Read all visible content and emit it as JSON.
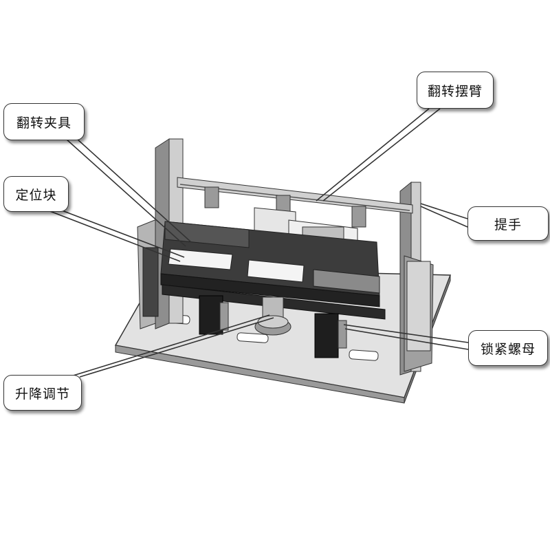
{
  "labels": {
    "flip_fixture": "翻转夹具",
    "locating_block": "定位块",
    "flip_swing_arm": "翻转摆臂",
    "handle": "提手",
    "lock_nut": "锁紧螺母",
    "lift_adjust": "升降调节"
  },
  "colors": {
    "line": "#333333",
    "steel_light": "#d8d8d8",
    "steel_mid": "#a8a8a8",
    "steel_dark": "#4a4a4a",
    "black": "#1a1a1a"
  }
}
